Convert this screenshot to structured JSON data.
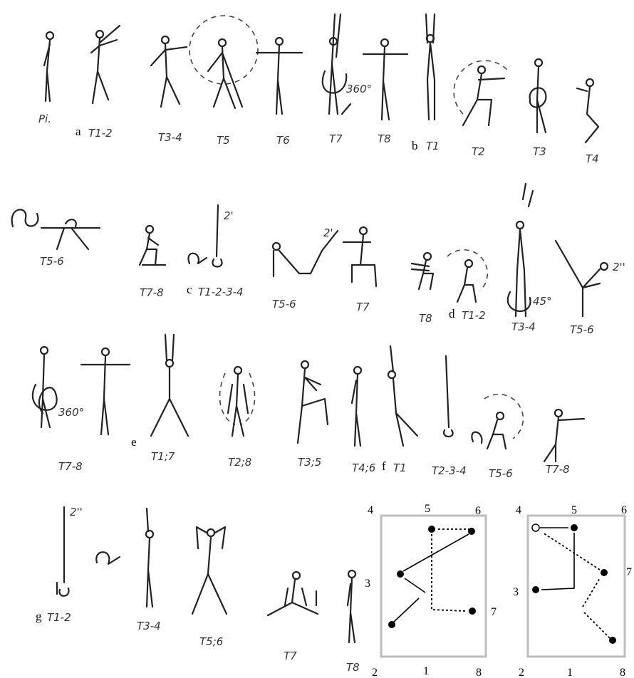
{
  "labels": {
    "r1": [
      "Pi.",
      "T1-2",
      "T3-4",
      "T5",
      "T6",
      "T7",
      "T8",
      "T1",
      "T2",
      "T3",
      "T4"
    ],
    "r2": [
      "T5-6",
      "T7-8",
      "T1-2-3-4",
      "T5-6",
      "T7",
      "T8",
      "T1-2",
      "T3-4",
      "T5-6"
    ],
    "r3": [
      "T7-8",
      "T1;7",
      "T2;8",
      "T3;5",
      "T4;6",
      "T1",
      "T2-3-4",
      "T5-6",
      "T7-8"
    ],
    "r4": [
      "T1-2",
      "T3-4",
      "T5;6",
      "T7",
      "T8"
    ]
  },
  "section_letters": [
    "a",
    "b",
    "c",
    "d",
    "e",
    "f",
    "g"
  ],
  "annotations": [
    "360°",
    "2'",
    "2'",
    "45°",
    "2''",
    "360°",
    "2''"
  ],
  "floor_points": [
    "4",
    "5",
    "6",
    "3",
    "7",
    "2",
    "1",
    "8"
  ],
  "floor_points_right": [
    "4",
    "5",
    "6",
    "3",
    "7",
    "2",
    "1",
    "8"
  ]
}
